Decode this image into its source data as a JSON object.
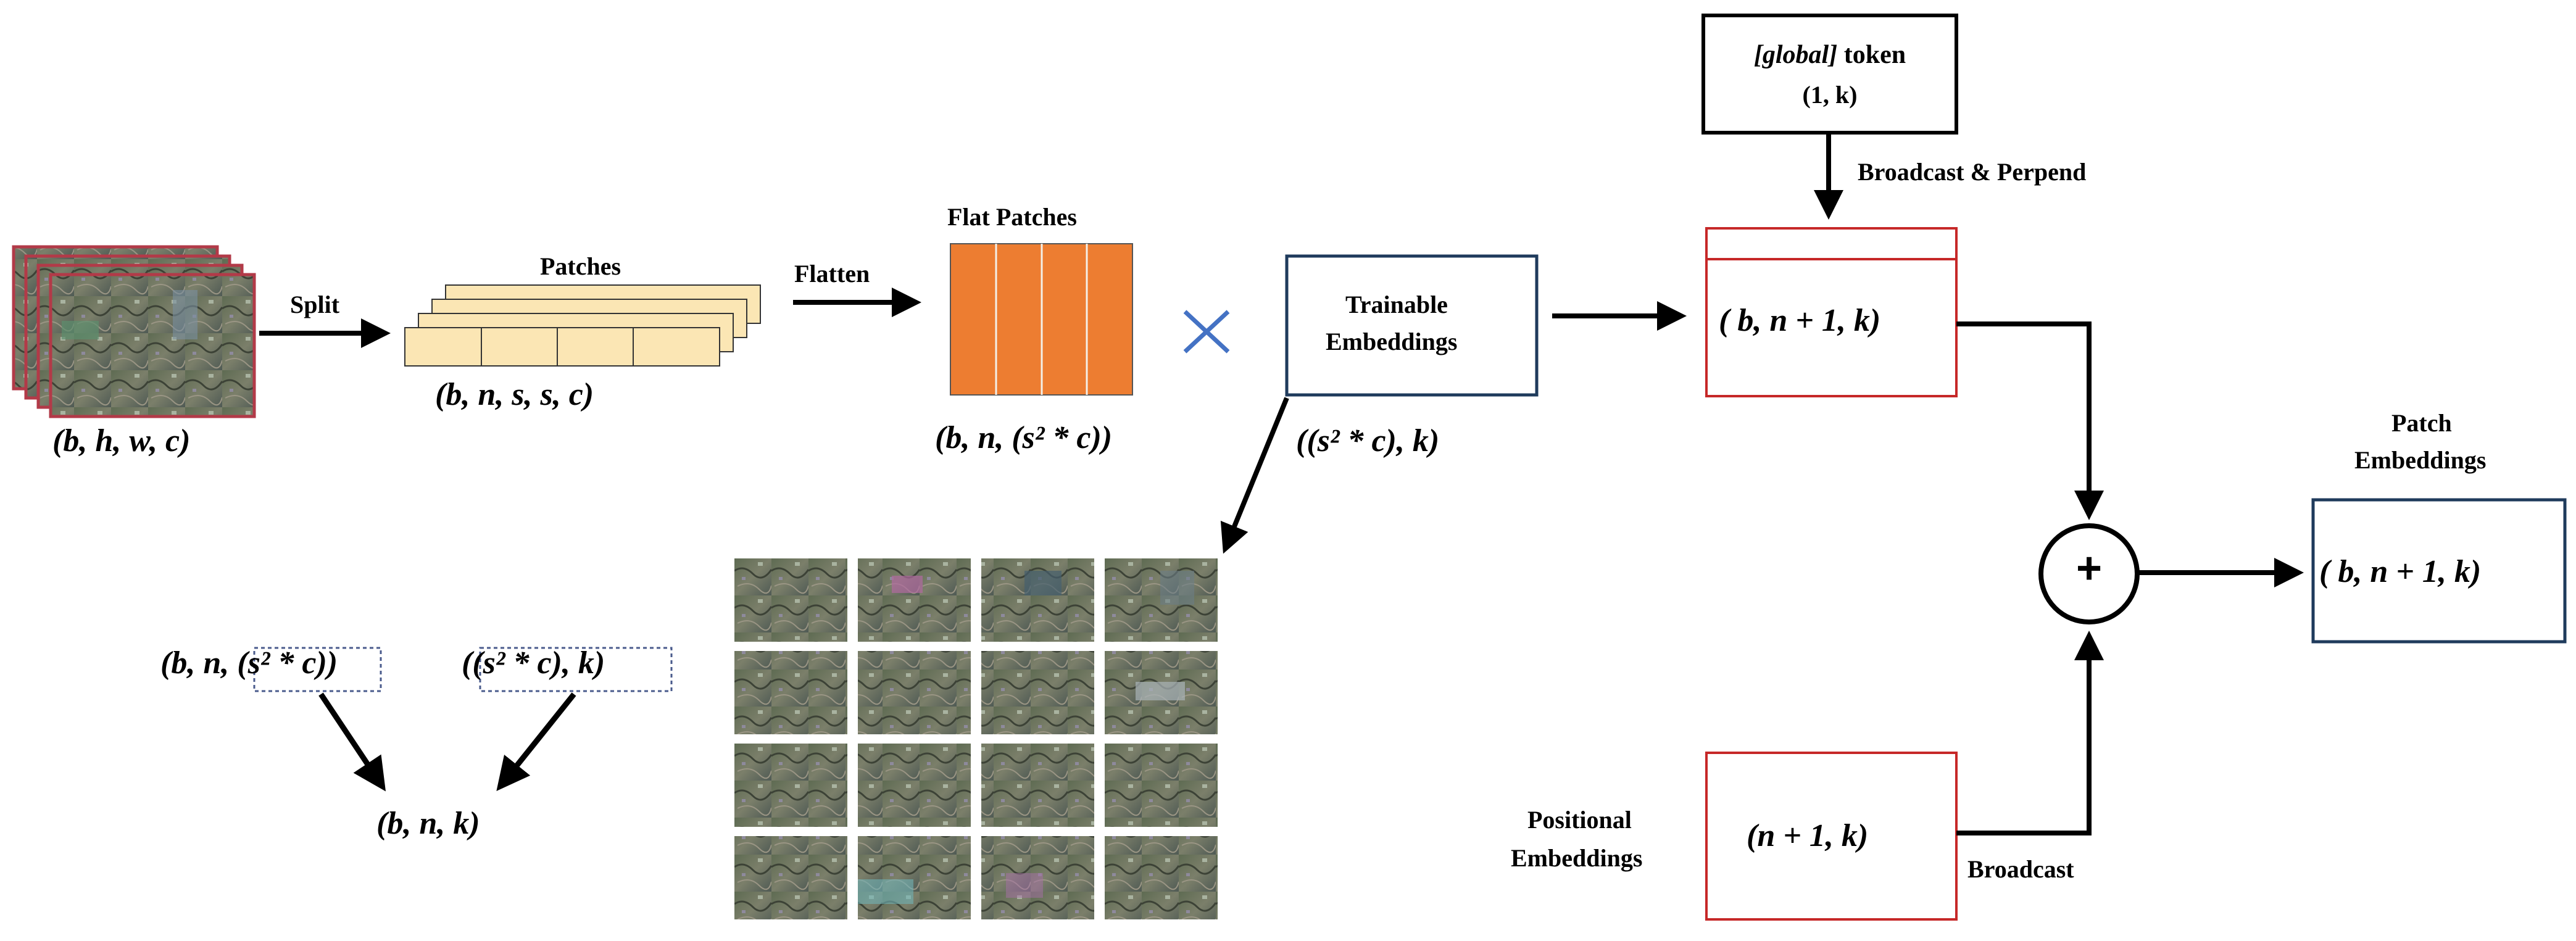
{
  "colors": {
    "red_border": "#c62828",
    "navy_border": "#1f3b5c",
    "orange_fill": "#ed7d31",
    "patch_fill": "#fbe6b4",
    "blue_cross": "#4472c4",
    "dashed_border": "#4a5b8c"
  },
  "labels": {
    "split": "Split",
    "patches": "Patches",
    "flatten": "Flatten",
    "flat_patches": "Flat Patches",
    "trainable_line1": "Trainable",
    "trainable_line2": "Embeddings",
    "global_token_word": "[global]",
    "global_token_rest": " token",
    "global_token_shape": "(1, k)",
    "broadcast_prepend": "Broadcast & Perpend",
    "patch_embeddings_line1": "Patch",
    "patch_embeddings_line2": "Embeddings",
    "positional_line1": "Positional",
    "positional_line2": "Embeddings",
    "broadcast": "Broadcast",
    "plus": "+",
    "multiply": "×"
  },
  "shapes": {
    "input": "(b, h, w, c)",
    "patches": "(b, n, s, s, c)",
    "flat_patches": "(b, n, (s² * c))",
    "trainable": "((s² * c), k)",
    "concat": "( b, n + 1,  k)",
    "output": "( b, n + 1,  k)",
    "positional": "(n + 1,  k)",
    "eq_left_prefix": "(b, n, ",
    "eq_left_box": "(s² * c)",
    "eq_left_suffix": ")",
    "eq_right_prefix": "(",
    "eq_right_box": "(s² * c),  k",
    "eq_right_suffix": ")",
    "eq_result": "(b, n, k)"
  }
}
